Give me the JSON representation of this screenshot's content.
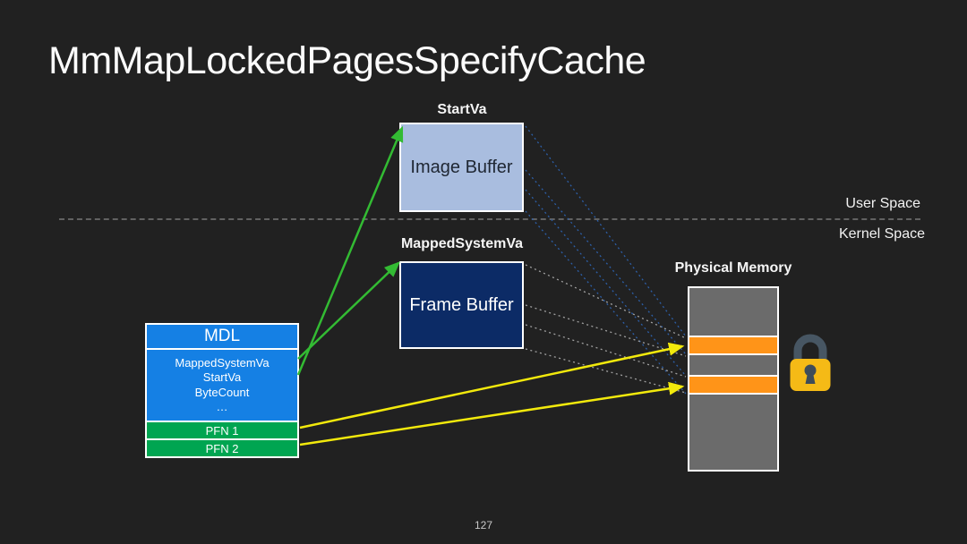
{
  "title": "MmMapLockedPagesSpecifyCache",
  "page_number": "127",
  "labels": {
    "start_va": "StartVa",
    "mapped_system_va": "MappedSystemVa",
    "physical_memory": "Physical Memory",
    "user_space": "User Space",
    "kernel_space": "Kernel Space"
  },
  "boxes": {
    "image_buffer": {
      "label": "Image Buffer"
    },
    "frame_buffer": {
      "label": "Frame Buffer"
    },
    "mdl": {
      "header": "MDL",
      "fields": [
        "MappedSystemVa",
        "StartVa",
        "ByteCount",
        "…"
      ],
      "pfns": [
        "PFN 1",
        "PFN 2"
      ]
    }
  },
  "diagram": {
    "memory_segment_colors": [
      "gray",
      "orange",
      "gray",
      "orange",
      "gray"
    ],
    "lock_icon": "lock-icon",
    "green_arrows": [
      "mdl-to-image-buffer",
      "mdl-to-frame-buffer"
    ],
    "yellow_arrows": [
      "pfn1-to-physical-page-1",
      "pfn2-to-physical-page-2"
    ]
  },
  "colors": {
    "background": "#212121",
    "mdl_blue": "#1580e4",
    "pfn_green": "#00a551",
    "image_buffer_fill": "#a9bddf",
    "image_buffer_text": "#1f2733",
    "frame_buffer_fill": "#0c2b66",
    "memory_gray": "#6b6b6b",
    "page_orange": "#ff9418",
    "arrow_green": "#33bb33",
    "arrow_yellow": "#f2e90c",
    "dotted_blue": "#2d5fa8",
    "dotted_gray": "#a0a0a0",
    "lock_gold": "#f5ba16",
    "lock_shackle": "#475663"
  }
}
